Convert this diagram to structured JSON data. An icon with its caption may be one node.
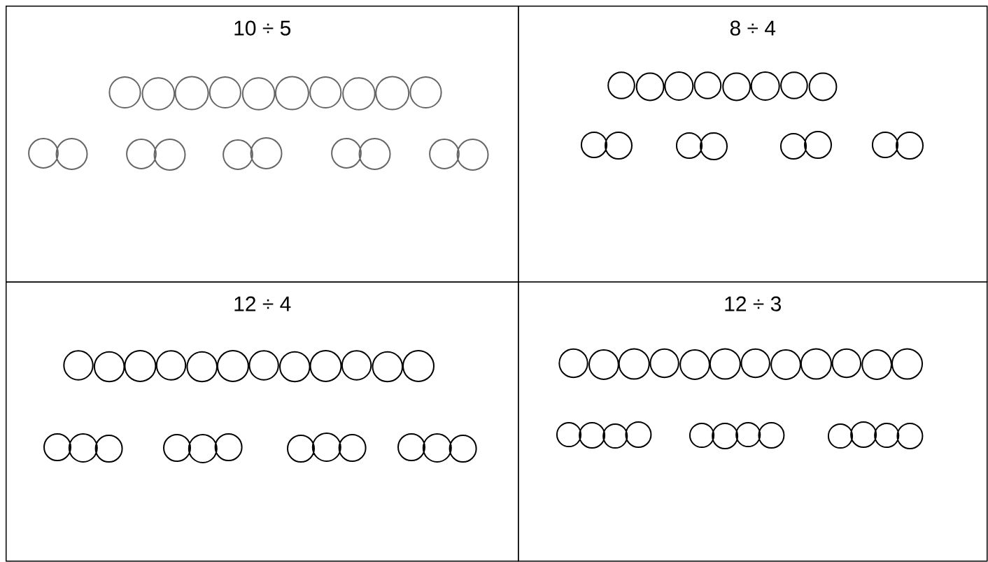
{
  "diagram": {
    "nodes": [
      {
        "text": [
          "10 ÷ 5"
        ]
      },
      {
        "text": [
          "8 ÷ 4"
        ]
      },
      {
        "text": [
          "12 ÷ 4"
        ]
      },
      {
        "text": [
          "12 ÷ 3"
        ]
      }
    ]
  }
}
